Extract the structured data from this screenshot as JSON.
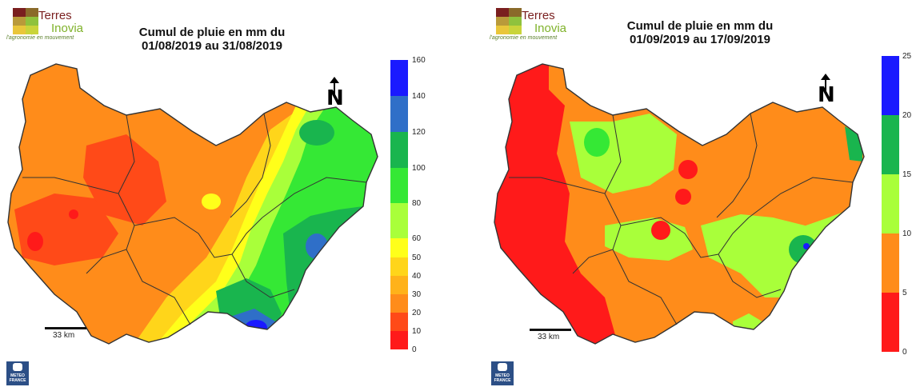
{
  "colors": {
    "c_0_10": "#ff1a1a",
    "c_10_20": "#ff4a18",
    "c_20_30": "#ff8c1a",
    "c_30_40": "#ffb21a",
    "c_40_50": "#ffd51a",
    "c_50_60": "#ffff1a",
    "c_60_80": "#a9ff3a",
    "c_80_100": "#35e835",
    "c_100_120": "#19b54e",
    "c_120_140": "#2f6fc8",
    "c_140_160": "#1a1aff",
    "border": "#333333"
  },
  "logo": {
    "brand_line1": "Terres",
    "brand_line2": "Inovia",
    "tagline": "l'agronomie en mouvement"
  },
  "meteo_logo": {
    "line1": "METEO",
    "line2": "FRANCE"
  },
  "maps": [
    {
      "title_line1": "Cumul de pluie en mm du",
      "title_line2": "01/08/2019 au 31/08/2019",
      "legend_ticks": [
        "160",
        "140",
        "120",
        "100",
        "80",
        "60",
        "50",
        "40",
        "30",
        "20",
        "10",
        "0"
      ],
      "scale_label": "33 km",
      "north_label": "N"
    },
    {
      "title_line1": "Cumul de pluie en mm du",
      "title_line2": "01/09/2019 au 17/09/2019",
      "legend_ticks": [
        "25",
        "20",
        "15",
        "10",
        "5",
        "0"
      ],
      "scale_label": "33 km",
      "north_label": "N"
    }
  ]
}
